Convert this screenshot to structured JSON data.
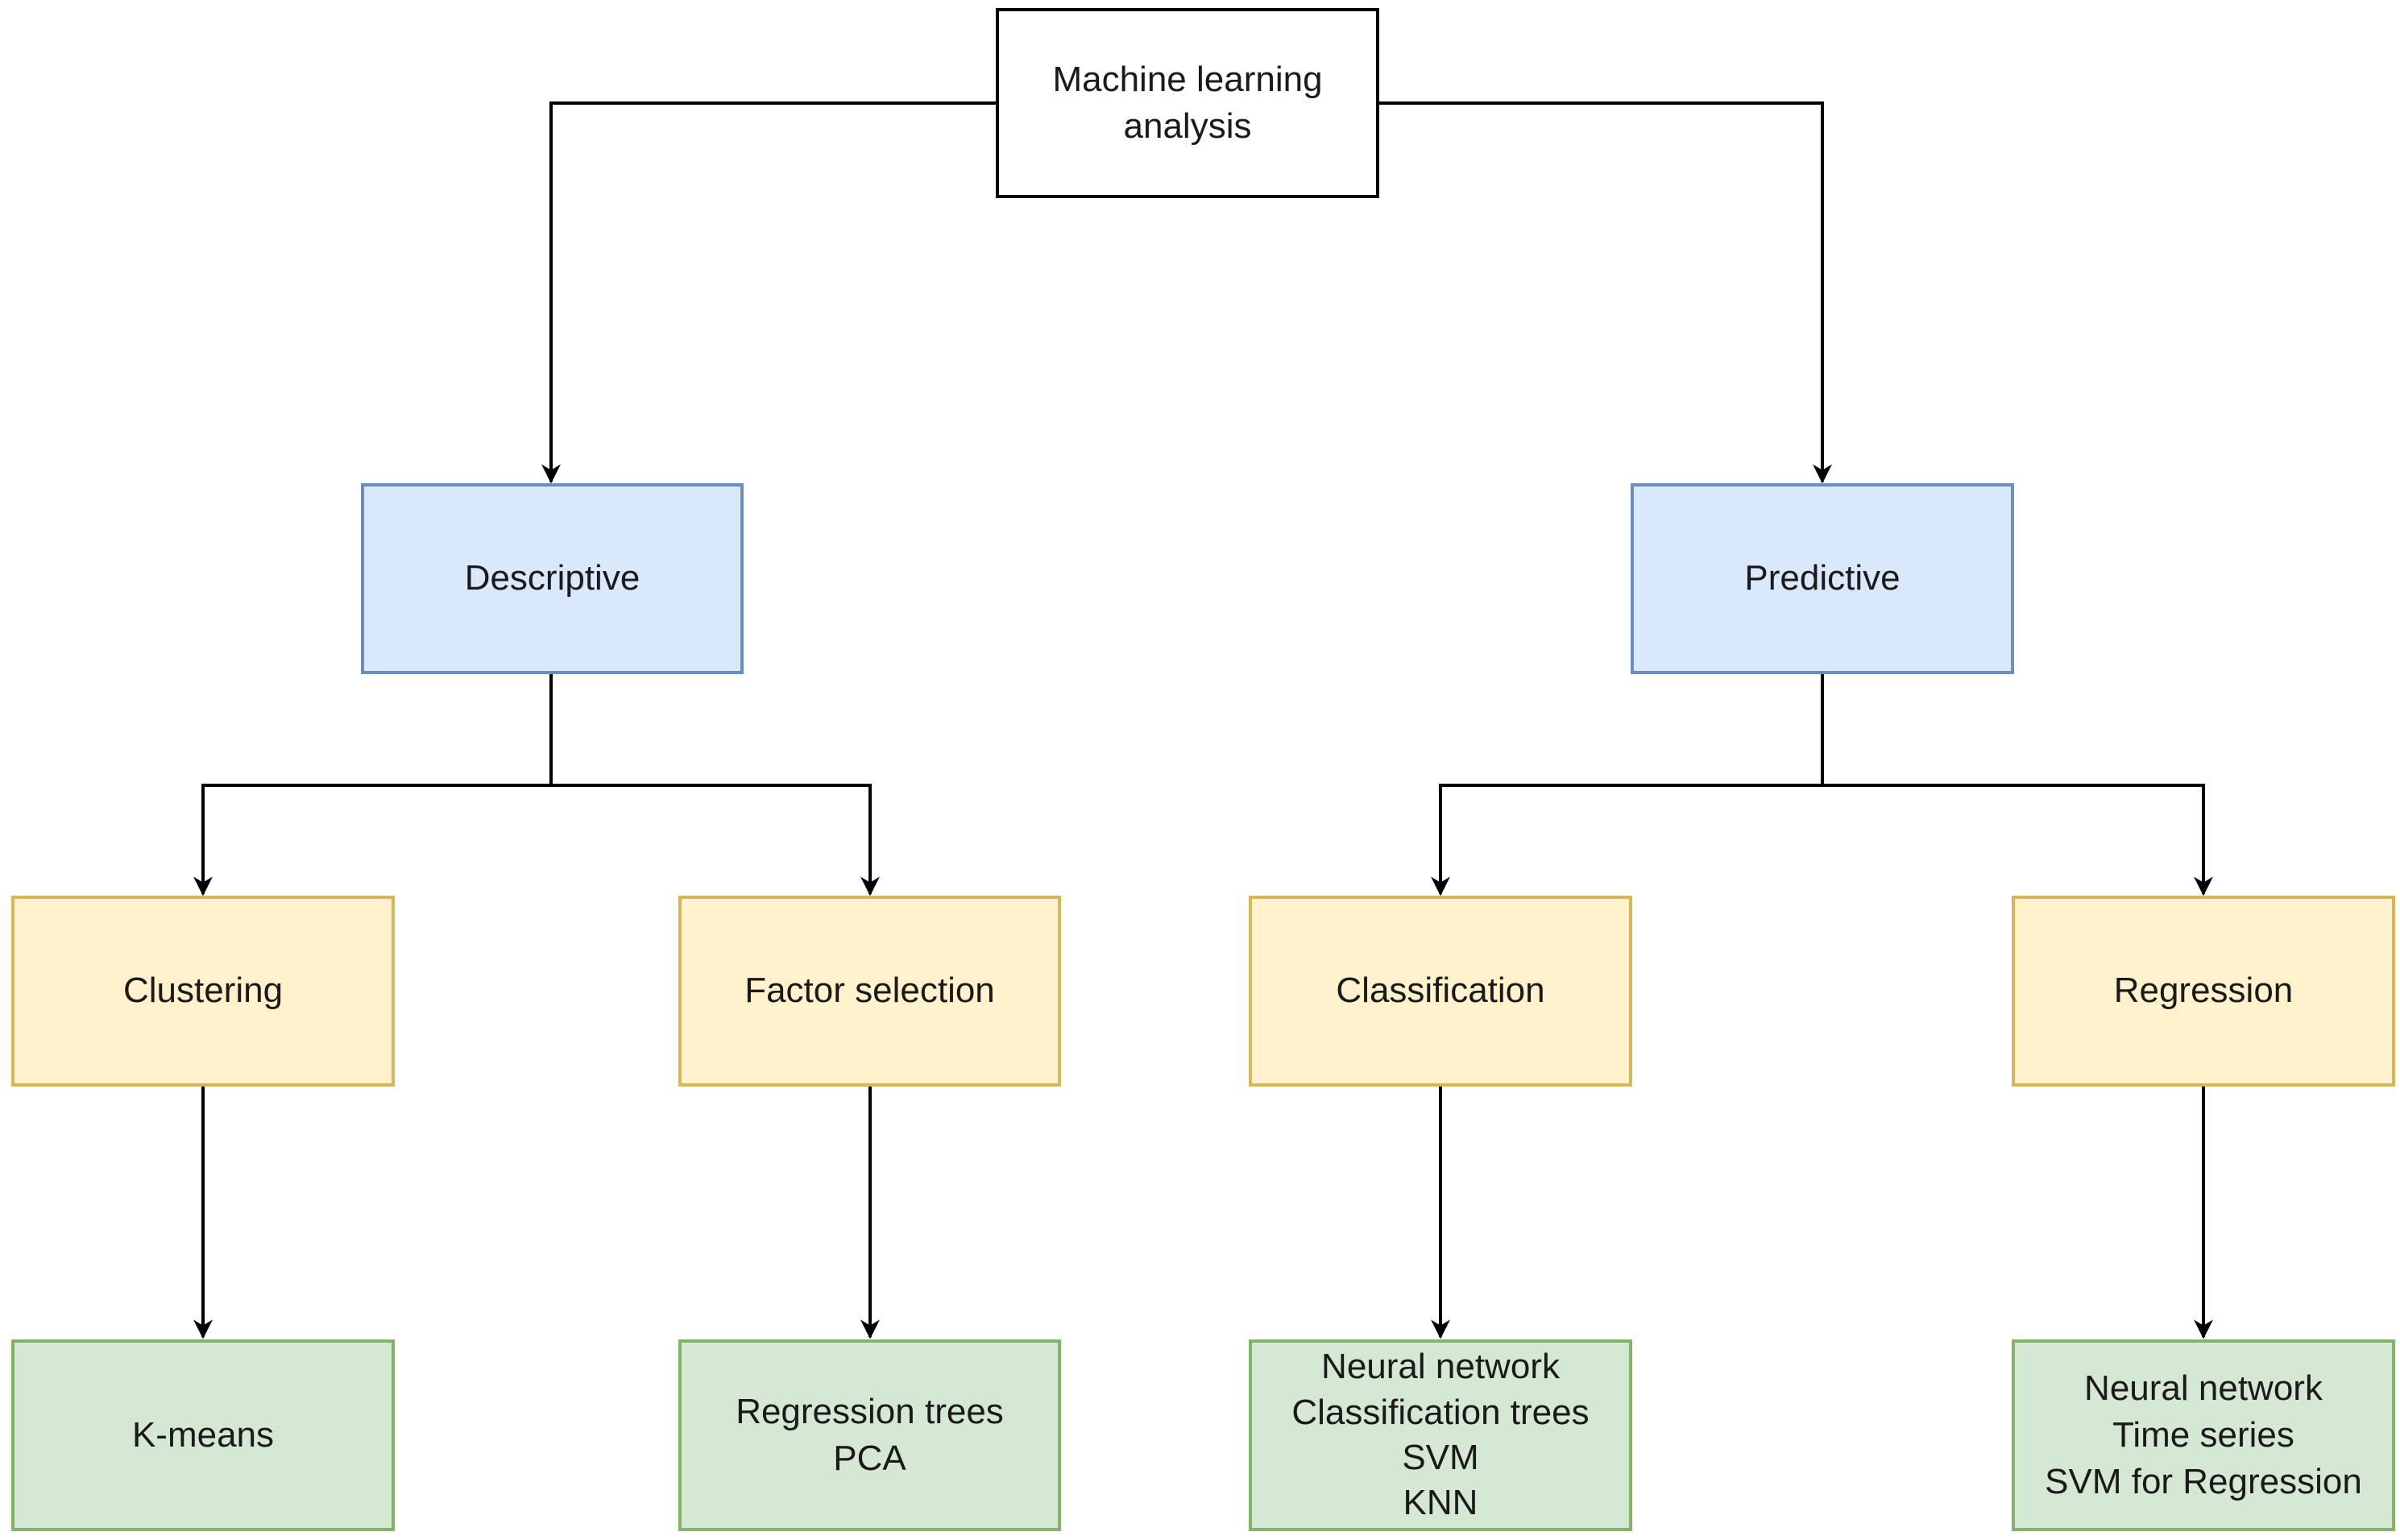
{
  "root": {
    "lines": [
      "Machine learning",
      "analysis"
    ]
  },
  "categories": {
    "descriptive": {
      "label": "Descriptive"
    },
    "predictive": {
      "label": "Predictive"
    }
  },
  "tasks": {
    "clustering": {
      "label": "Clustering"
    },
    "factor_selection": {
      "label": "Factor selection"
    },
    "classification": {
      "label": "Classification"
    },
    "regression": {
      "label": "Regression"
    }
  },
  "methods": {
    "clustering": [
      "K-means"
    ],
    "factor_selection": [
      "Regression trees",
      "PCA"
    ],
    "classification": [
      "Neural network",
      "Classification trees",
      "SVM",
      "KNN"
    ],
    "regression": [
      "Neural network",
      "Time series",
      "SVM for Regression"
    ]
  },
  "colors": {
    "line": "#000000",
    "root_fill": "#ffffff",
    "category_fill": "#dae8fc",
    "category_stroke": "#6c8ebf",
    "task_fill": "#fff2cc",
    "task_stroke": "#d6b656",
    "method_fill": "#d5e8d4",
    "method_stroke": "#82b366"
  }
}
